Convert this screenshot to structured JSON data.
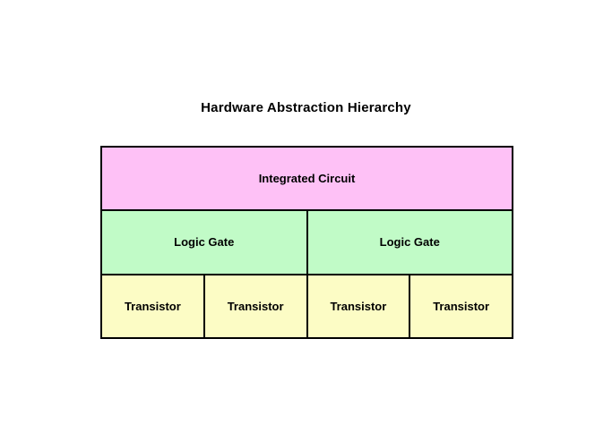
{
  "page": {
    "background": "#ffffff"
  },
  "title": "Hardware Abstraction Hierarchy",
  "diagram": {
    "type": "stacked-hierarchy",
    "border_color": "#000000",
    "levels": [
      {
        "level": 1,
        "boxes": [
          {
            "label": "Integrated Circuit",
            "color": "#fec1f6",
            "span": 4
          }
        ]
      },
      {
        "level": 2,
        "boxes": [
          {
            "label": "Logic Gate",
            "color": "#c1fbc7",
            "span": 2
          },
          {
            "label": "Logic Gate",
            "color": "#c1fbc7",
            "span": 2
          }
        ]
      },
      {
        "level": 3,
        "boxes": [
          {
            "label": "Transistor",
            "color": "#fcfcc5",
            "span": 1
          },
          {
            "label": "Transistor",
            "color": "#fcfcc5",
            "span": 1
          },
          {
            "label": "Transistor",
            "color": "#fcfcc5",
            "span": 1
          },
          {
            "label": "Transistor",
            "color": "#fcfcc5",
            "span": 1
          }
        ]
      }
    ]
  }
}
